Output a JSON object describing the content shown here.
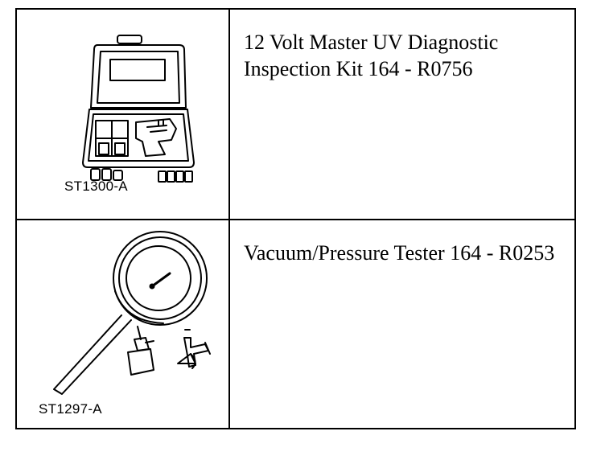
{
  "tools": [
    {
      "part_number": "ST1300-A",
      "description": "12 Volt Master UV Diagnostic Inspection Kit 164 - R0756",
      "icon": "uv-diagnostic-kit-case-icon"
    },
    {
      "part_number": "ST1297-A",
      "description": "Vacuum/Pressure Tester 164 - R0253",
      "icon": "vacuum-pressure-gauge-icon"
    }
  ],
  "colors": {
    "ink": "#000000",
    "paper": "#ffffff"
  }
}
